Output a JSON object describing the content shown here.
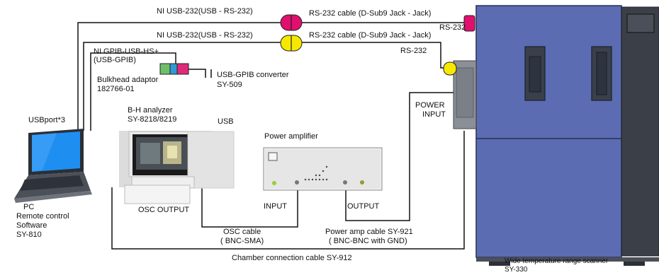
{
  "labels": {
    "ni_usb232_1": "NI USB-232(USB - RS-232)",
    "ni_usb232_2": "NI USB-232(USB - RS-232)",
    "rs232_cable_1": "RS-232 cable (D-Sub9 Jack - Jack)",
    "rs232_cable_2": "RS-232 cable (D-Sub9 Jack - Jack)",
    "rs232_a": "RS-232",
    "rs232_b": "RS-232",
    "ni_gpib_line1": "NI GPIB-USB-HS+",
    "ni_gpib_line2": "(USB-GPIB)",
    "bulkhead_line1": "Bulkhead adaptor",
    "bulkhead_line2": "182766-01",
    "usb_gpib_line1": "USB-GPIB converter",
    "usb_gpib_line2": "SY-509",
    "usbport": "USBport*3",
    "bh_line1": "B-H analyzer",
    "bh_line2": "SY-8218/8219",
    "usb": "USB",
    "power_amp": "Power amplifier",
    "power_input_line1": "POWER",
    "power_input_line2": "INPUT",
    "pc_line1": "PC",
    "pc_line2": "Remote control",
    "pc_line3": "Software",
    "pc_line4": "SY-810",
    "osc_output": "OSC OUTPUT",
    "input": "INPUT",
    "output": "OUTPUT",
    "osc_cable_line1": "OSC cable",
    "osc_cable_line2": "( BNC-SMA)",
    "pa_cable_line1": "Power amp cable SY-921",
    "pa_cable_line2": "( BNC-BNC with GND)",
    "chamber_cable": "Chamber connection cable SY-912",
    "scanner_line1": "Wide temperature range scanner",
    "scanner_line2": "SY-330"
  },
  "colors": {
    "connector_magenta": "#e0106e",
    "connector_yellow": "#f7e800",
    "chamber_blue": "#5b6cb3",
    "adaptor_green": "#6fbf6a",
    "adaptor_blue": "#2e9ad6",
    "adaptor_pink": "#e02a7a"
  }
}
